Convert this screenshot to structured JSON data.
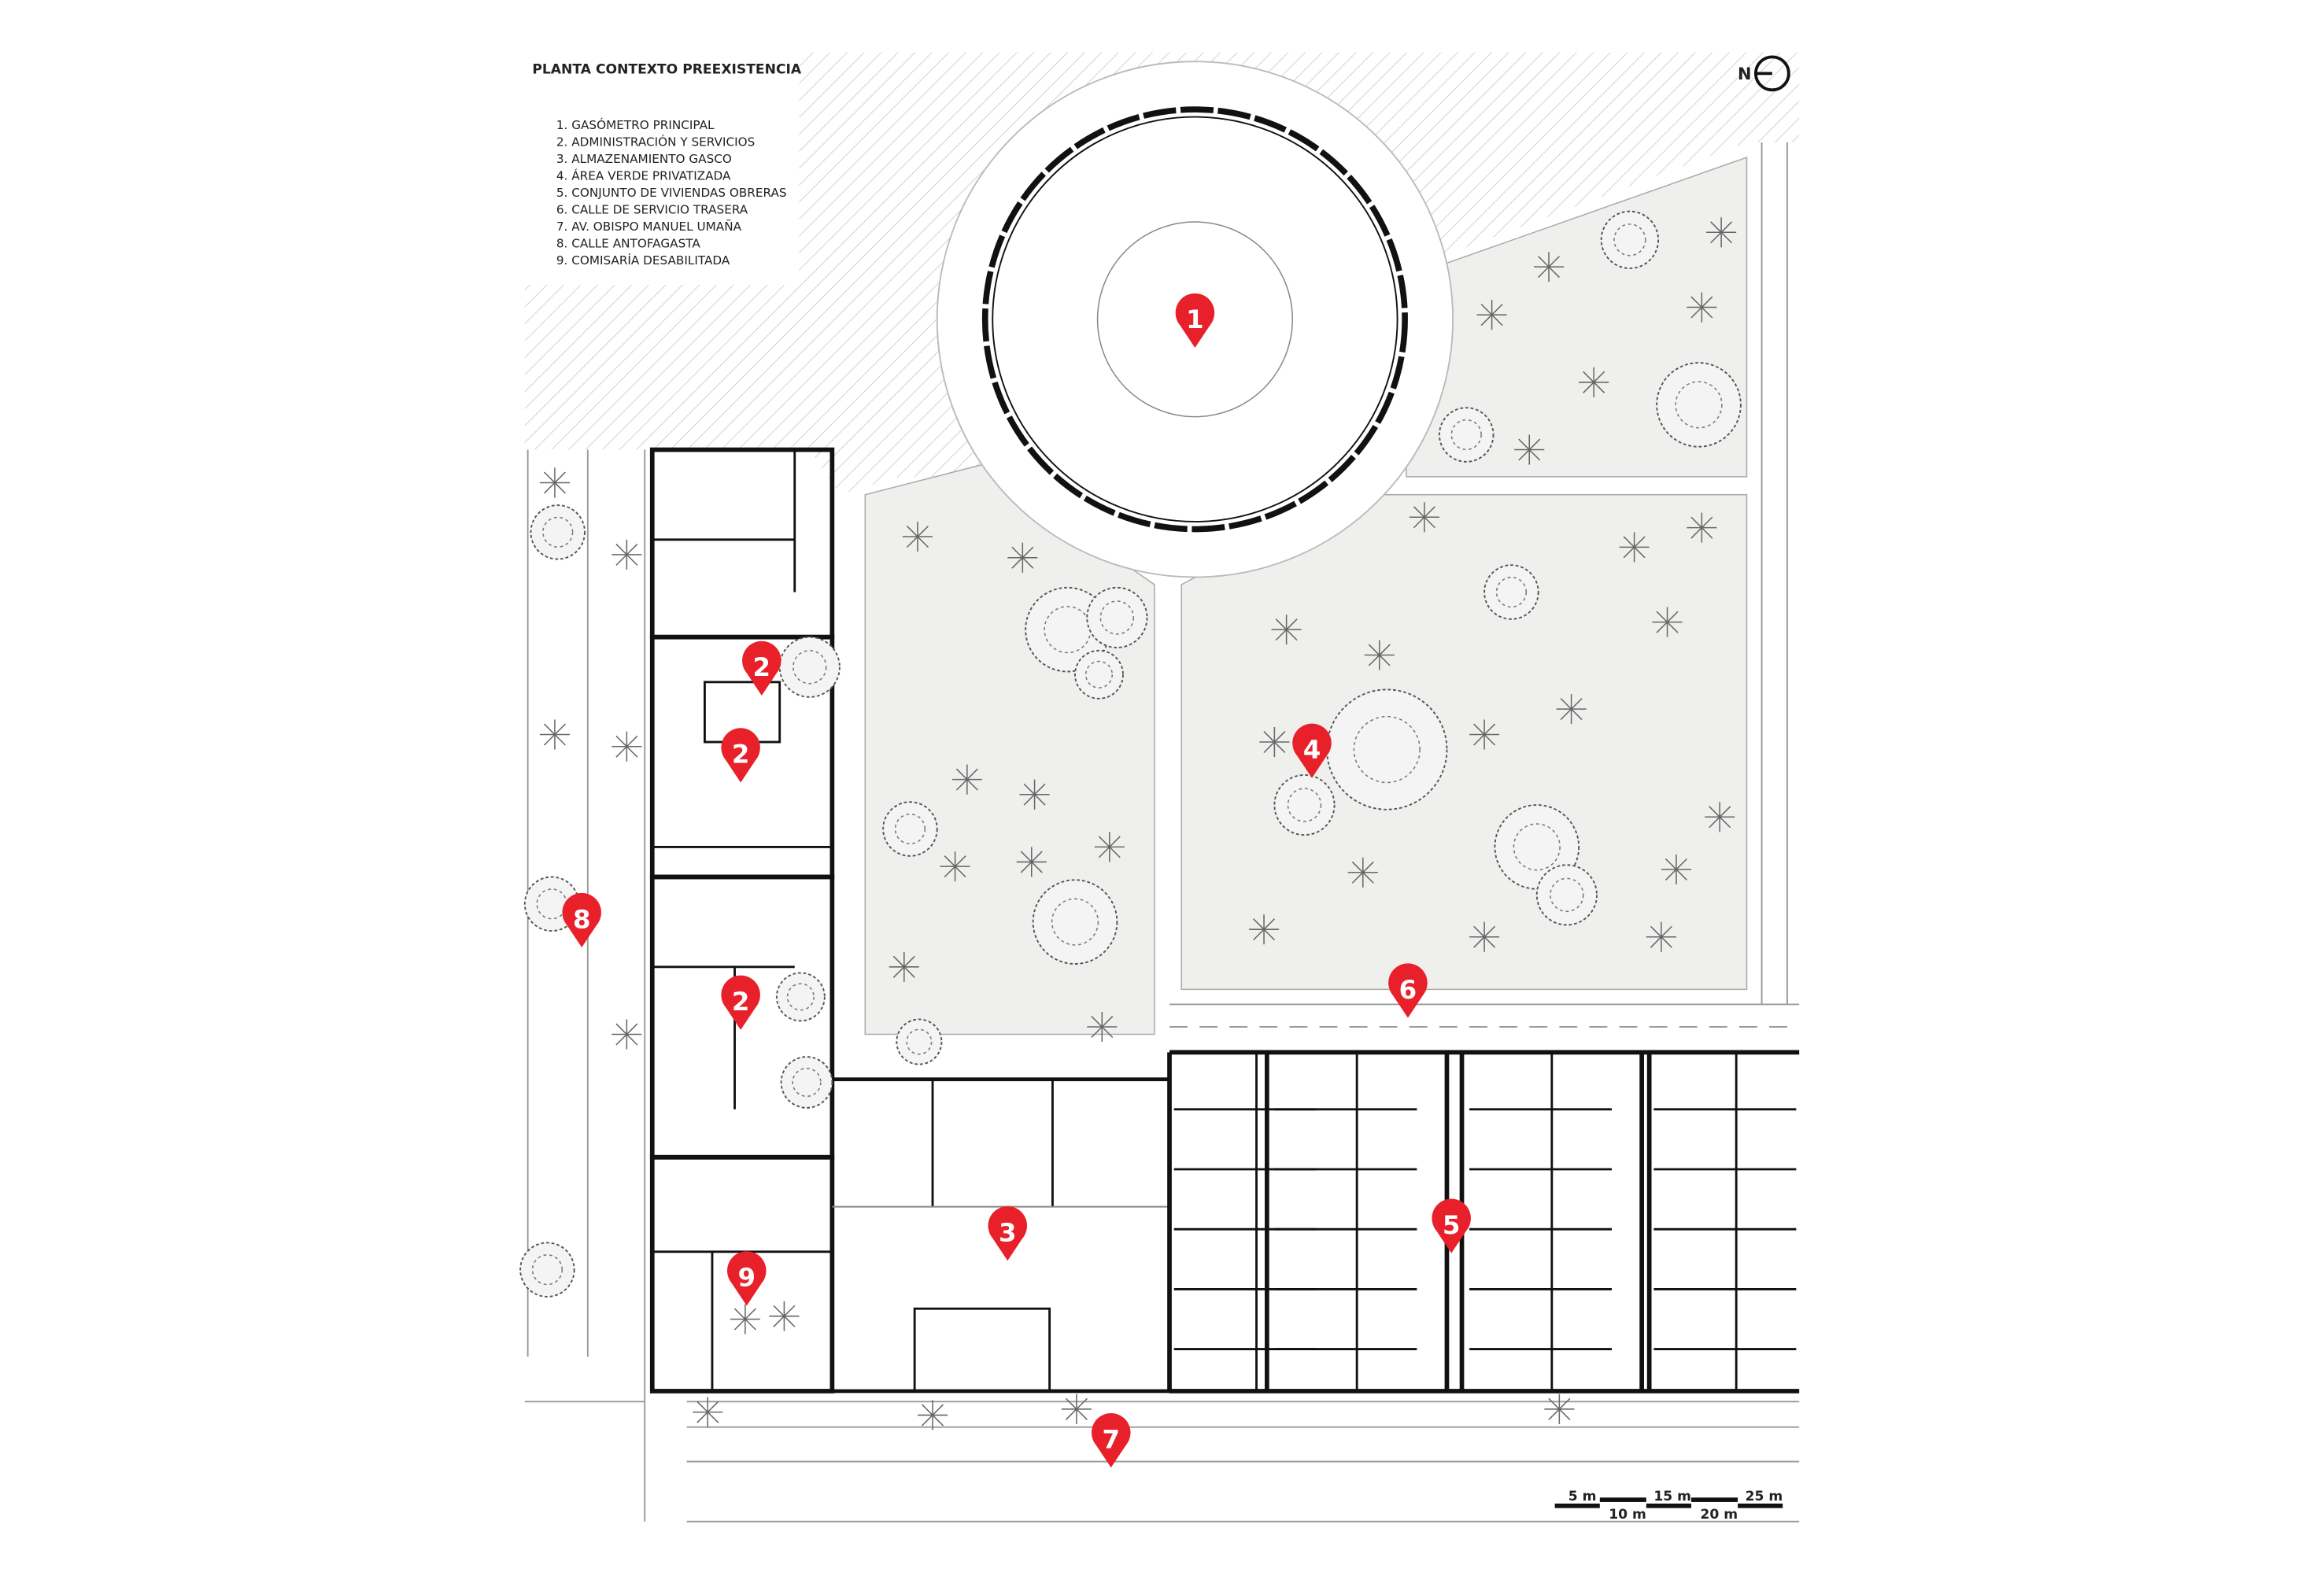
{
  "title": "PLANTA CONTEXTO PREEXISTENCIA",
  "legend": [
    "1. GASÓMETRO PRINCIPAL",
    "2. ADMINISTRACIÓN Y SERVICIOS",
    "3. ALMAZENAMIENTO GASCO",
    "4. ÁREA VERDE PRIVATIZADA",
    "5. CONJUNTO DE VIVIENDAS OBRERAS",
    "6. CALLE DE SERVICIO TRASERA",
    "7. AV. OBISPO MANUEL UMAÑA",
    "8. CALLE ANTOFAGASTA",
    "9. COMISARÍA DESABILITADA"
  ],
  "north_label": "N",
  "markers": [
    "1",
    "2",
    "2",
    "2",
    "3",
    "4",
    "5",
    "6",
    "7",
    "8",
    "9"
  ],
  "scale_bar": {
    "top": [
      "5 m",
      "15 m",
      "25 m"
    ],
    "bottom": [
      "10 m",
      "20 m"
    ]
  },
  "colors": {
    "marker": "#e8202a",
    "ink": "#111111",
    "green": "#eeeeec",
    "hatch": "#cfcfcf"
  }
}
